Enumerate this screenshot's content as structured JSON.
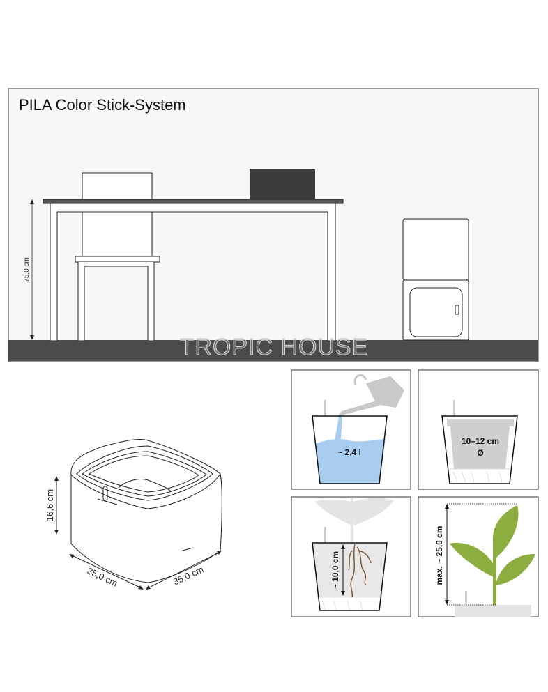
{
  "scene": {
    "title": "PILA Color Stick-System",
    "table_height_label": "75,0 cm",
    "watermark": "TROPIC HOUSE"
  },
  "product": {
    "height_label": "16,6 cm",
    "width_label": "35,0 cm",
    "depth_label": "35,0 cm"
  },
  "panels": {
    "water_volume": "~ 2,4 l",
    "pot_diameter": "10–12 cm",
    "diameter_symbol": "Ø",
    "root_depth": "~ 10,0 cm",
    "max_plant_height": "max. ~ 25,0 cm"
  },
  "colors": {
    "floor": "#4b4b4b",
    "water": "#a9cdef",
    "plant": "#8cad3f",
    "roots": "#7a5a3a"
  }
}
